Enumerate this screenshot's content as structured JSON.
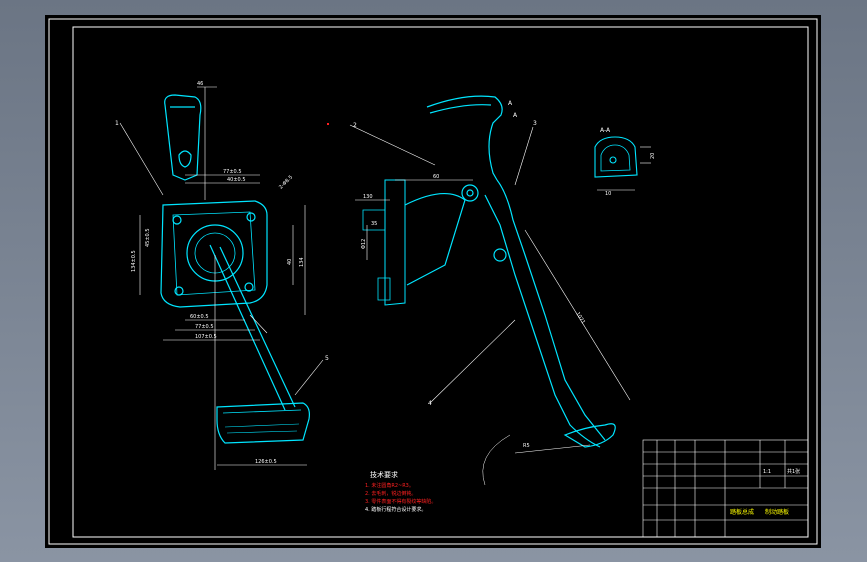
{
  "drawing": {
    "section_label": "A-A",
    "view_marks": [
      "A",
      "A"
    ],
    "part_numbers": [
      "1",
      "2",
      "3",
      "4",
      "5"
    ],
    "dimensions": [
      "46",
      "77±0.5",
      "40±0.5",
      "2-Φ8.5",
      "134±0.5",
      "45±0.5",
      "40",
      "134",
      "60±0.5",
      "77±0.5",
      "107±0.5",
      "126±0.5",
      "60",
      "130",
      "Φ12",
      "35",
      "20",
      "1071",
      "10",
      "R5"
    ],
    "notes_title": "技术要求",
    "notes": [
      "1. 未注圆角R2~R3。",
      "2. 去毛刺，锐边倒钝。",
      "3. 零件表面不得有裂纹等缺陷。",
      "4. 踏板行程符合设计要求。"
    ],
    "title_block": {
      "drawing_title": "踏板总成",
      "company": "制动踏板",
      "scale": "1:1",
      "sheet": "共1张"
    }
  },
  "colors": {
    "background": "#000000",
    "frame": "#ffffff",
    "part_outline": "#00e5ff",
    "dimension": "#ffffff",
    "notes": "#ff2020",
    "title_text": "#ffff00"
  }
}
